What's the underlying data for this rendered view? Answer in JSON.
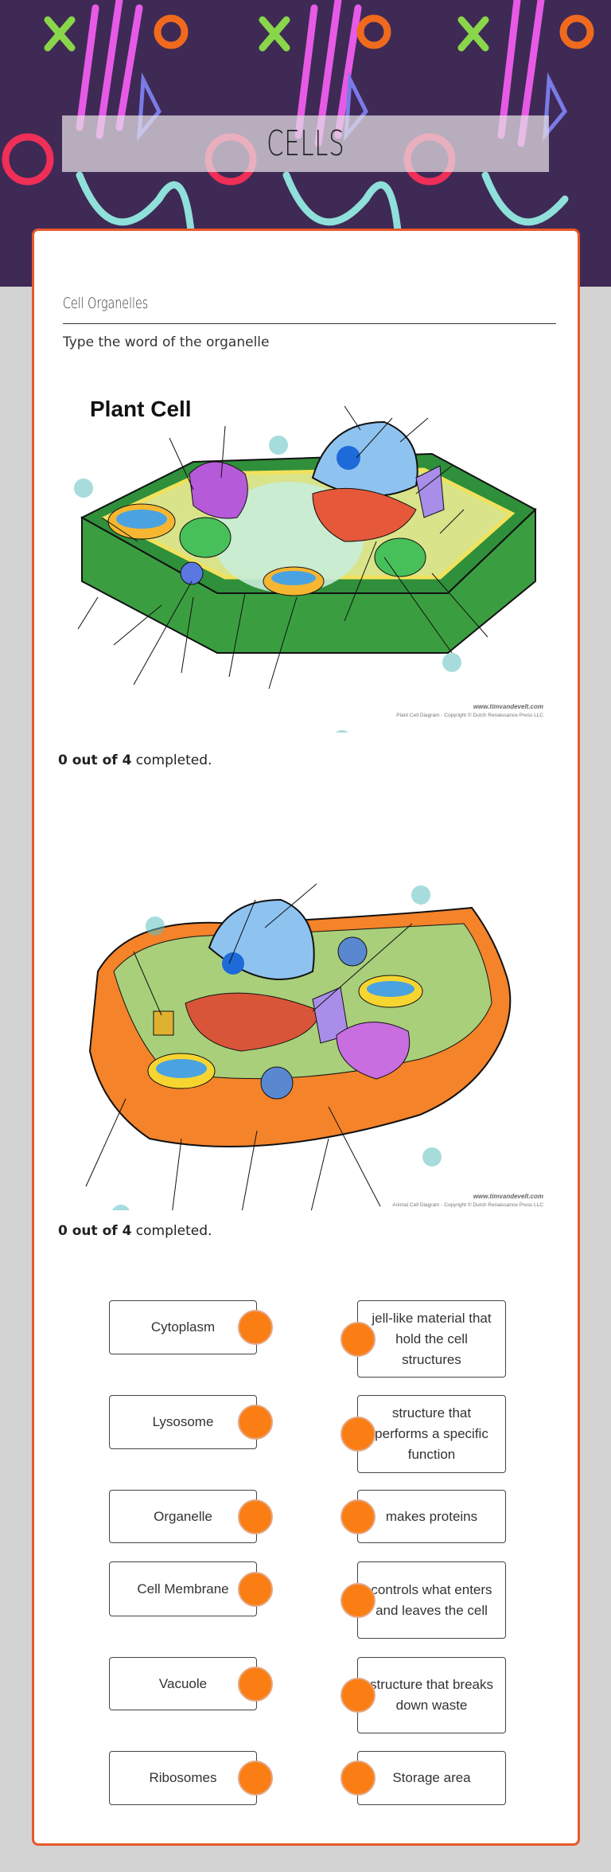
{
  "header": {
    "title": "CELLS"
  },
  "section": {
    "title": "Cell Organelles",
    "instruction": "Type the word of the organelle"
  },
  "plant_cell": {
    "heading": "Plant Cell",
    "credit_url": "www.timvandevelt.com",
    "credit": "Plant Cell Diagram - Copyright © Dutch Renaissance Press LLC",
    "hotspots": 4,
    "progress": {
      "done": "0 out of 4",
      "suffix": " completed."
    }
  },
  "animal_cell": {
    "credit_url": "www.timvandevelt.com",
    "credit": "Animal Cell Diagram - Copyright © Dutch Renaissance Press LLC",
    "hotspots": 4,
    "progress": {
      "done": "0 out of 4",
      "suffix": " completed."
    }
  },
  "matching": {
    "terms": [
      "Cytoplasm",
      "Lysosome",
      "Organelle",
      "Cell Membrane",
      "Vacuole",
      "Ribosomes"
    ],
    "definitions": [
      "jell-like material that hold the cell structures",
      "structure that performs a specific function",
      "makes proteins",
      "controls what enters and leaves the cell",
      "structure that breaks down waste",
      "Storage area"
    ]
  },
  "colors": {
    "accent": "#e8582a",
    "connector": "#fb7e14",
    "banner": "#3e2a55",
    "hotspot": "#5cc0c0"
  }
}
